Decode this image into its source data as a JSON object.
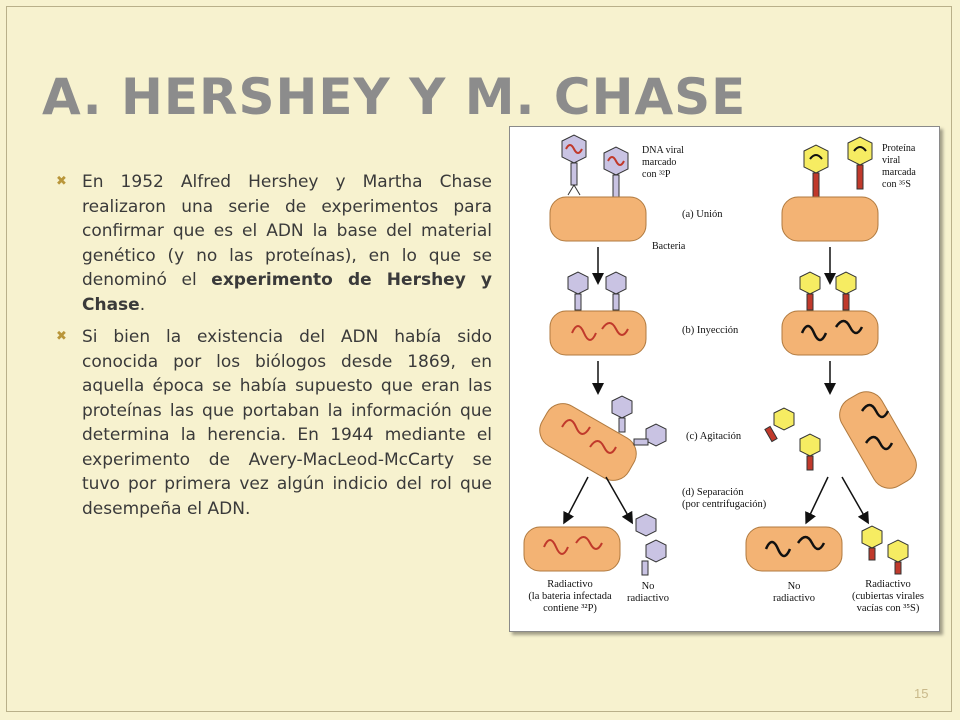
{
  "slide": {
    "title": "A. HERSHEY Y M. CHASE",
    "page_number": "15"
  },
  "bullets": [
    {
      "parts": [
        {
          "text": "En 1952 Alfred Hershey y Martha Chase realizaron una serie de experimentos para confirmar que es el ADN la base del material genético (y no las proteínas), en lo que se denominó el ",
          "bold": false
        },
        {
          "text": "experimento de Hershey y Chase",
          "bold": true
        },
        {
          "text": ".",
          "bold": false
        }
      ]
    },
    {
      "parts": [
        {
          "text": "Si bien la existencia del ADN había sido conocida por los biólogos desde 1869, en aquella época se había supuesto que eran las proteínas las que portaban la información que determina la herencia. En 1944 mediante el experimento de Avery-MacLeod-McCarty se tuvo por primera vez algún indicio del rol que desempeña el ADN.",
          "bold": false
        }
      ]
    }
  ],
  "figure": {
    "left_label": [
      "DNA viral",
      "marcado",
      "con ³²P"
    ],
    "right_label": [
      "Proteína",
      "viral",
      "marcada",
      "con ³⁵S"
    ],
    "step_a": "(a) Unión",
    "bacteria": "Bacteria",
    "step_b": "(b) Inyección",
    "step_c": "(c) Agitación",
    "step_d": [
      "(d) Separación",
      "(por centrifugación)"
    ],
    "result_1": [
      "Radiactivo",
      "(la bateria infectada",
      "contiene ³²P)"
    ],
    "result_2": [
      "No",
      "radiactivo"
    ],
    "result_3": [
      "No",
      "radiactivo"
    ],
    "result_4": [
      "Radiactivo",
      "(cubiertas virales",
      "vacías con ³⁵S)"
    ]
  },
  "colors": {
    "background": "#f7f2cf",
    "title": "#8c8c8c",
    "bacteria_fill": "#f3b374",
    "dna_stroke": "#c0392b",
    "phage_head": "#c9c3e3",
    "labeled_head": "#f6ec62",
    "labeled_tail": "#c0392b"
  }
}
